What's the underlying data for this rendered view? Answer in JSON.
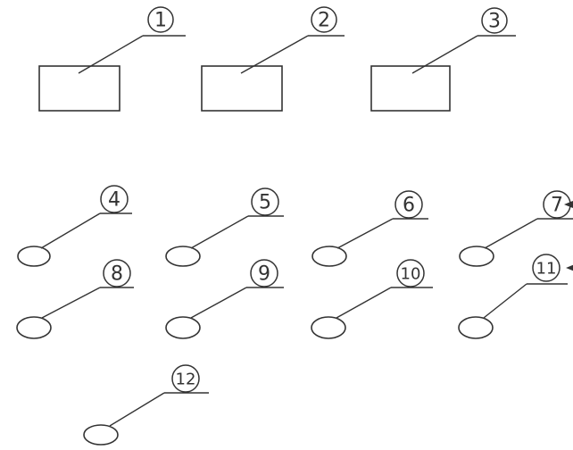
{
  "diagram": {
    "callouts": [
      {
        "label": "1",
        "target": "square"
      },
      {
        "label": "2",
        "target": "square"
      },
      {
        "label": "3",
        "target": "square"
      },
      {
        "label": "4",
        "target": "circle"
      },
      {
        "label": "5",
        "target": "circle"
      },
      {
        "label": "6",
        "target": "circle"
      },
      {
        "label": "7",
        "target": "circle"
      },
      {
        "label": "8",
        "target": "circle"
      },
      {
        "label": "9",
        "target": "circle"
      },
      {
        "label": "10",
        "target": "circle"
      },
      {
        "label": "11",
        "target": "circle"
      },
      {
        "label": "12",
        "target": "circle"
      }
    ],
    "colors": {
      "stroke": "#333333",
      "background": "#ffffff"
    }
  }
}
